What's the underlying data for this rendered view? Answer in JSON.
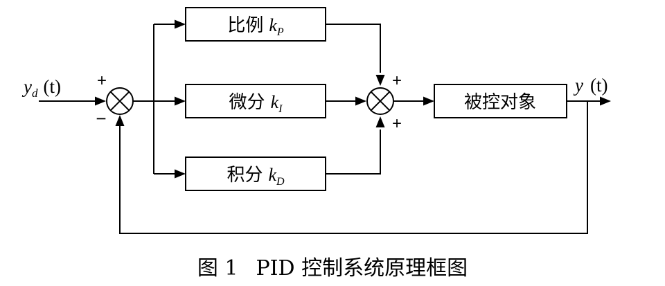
{
  "blocks": {
    "proportional": {
      "text": "比例",
      "gain": "k",
      "gain_sub": "P"
    },
    "derivative": {
      "text": "微分",
      "gain": "k",
      "gain_sub": "I"
    },
    "integral": {
      "text": "积分",
      "gain": "k",
      "gain_sub": "D"
    },
    "plant": {
      "text": "被控对象"
    }
  },
  "signals": {
    "input": {
      "var": "y",
      "sub": "d",
      "arg": "(t)"
    },
    "output": {
      "var": "y",
      "arg": "(t)"
    }
  },
  "summing_junction_1": {
    "sign_top": "+",
    "sign_bottom": "−"
  },
  "summing_junction_2": {
    "sign_top": "+",
    "sign_bottom": "+"
  },
  "caption": {
    "label": "图 1",
    "text": "PID 控制系统原理框图"
  }
}
